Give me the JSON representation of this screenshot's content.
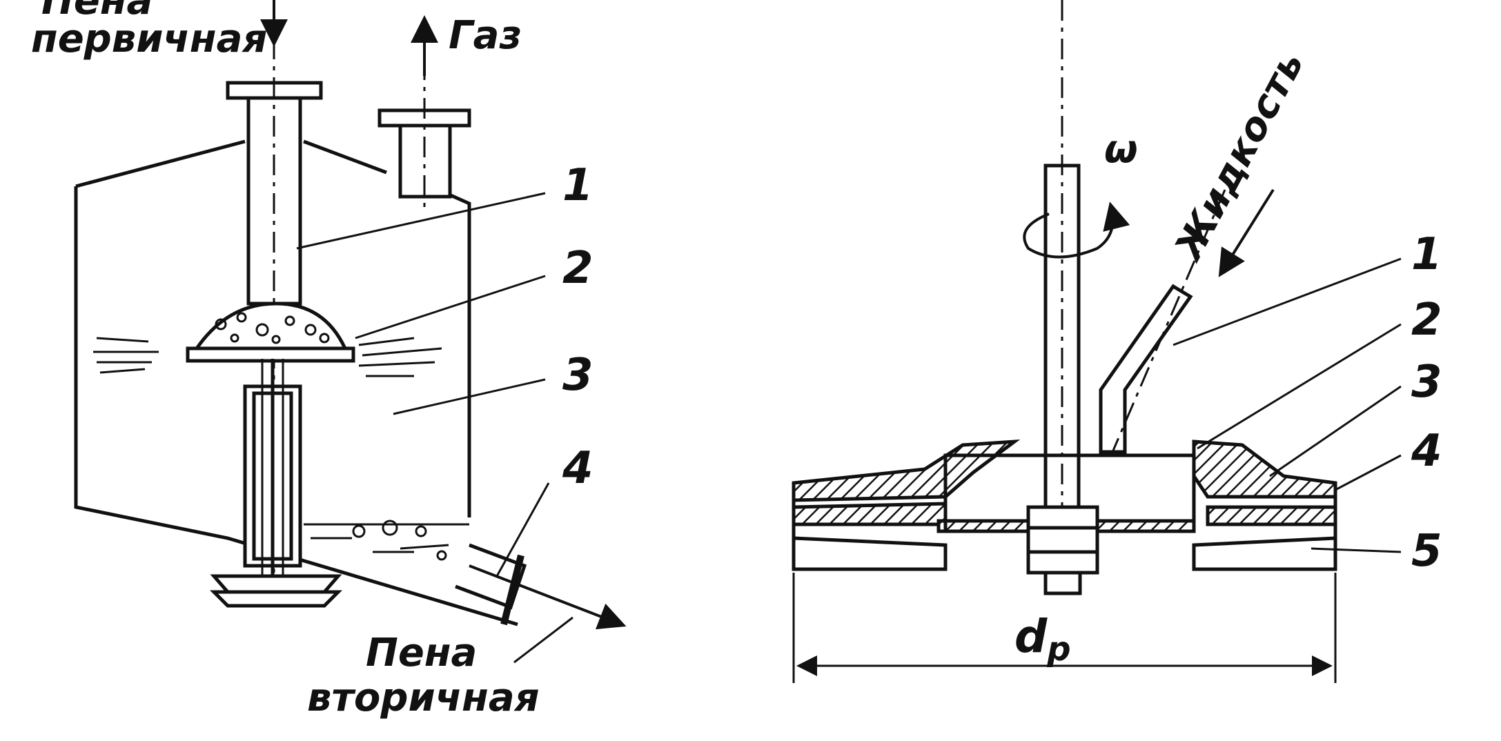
{
  "left_diagram": {
    "labels": {
      "foam_in_top": "Пена",
      "foam_in_bottom": "первичная",
      "gas": "Газ",
      "foam_out_top": "Пена",
      "foam_out_bottom": "вторичная"
    },
    "callouts": [
      "1",
      "2",
      "3",
      "4"
    ]
  },
  "right_diagram": {
    "labels": {
      "omega": "ω",
      "liquid": "Жидкость",
      "diameter": "d",
      "diameter_sub": "p"
    },
    "callouts": [
      "1",
      "2",
      "3",
      "4",
      "5"
    ]
  }
}
